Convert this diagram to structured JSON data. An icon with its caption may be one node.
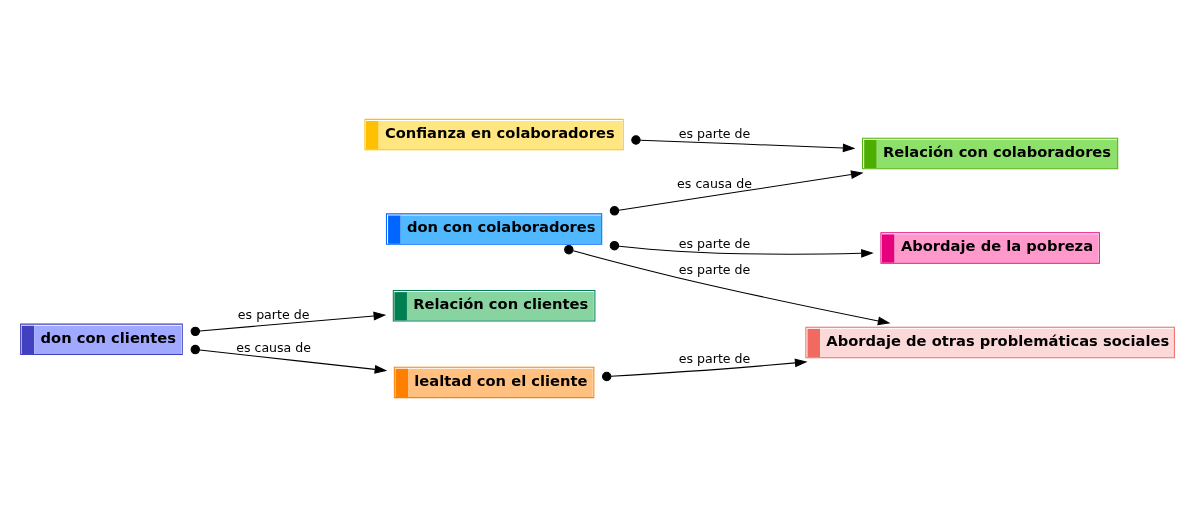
{
  "diagram": {
    "nodes": [
      {
        "text": [
          "Confianza en colaboradores"
        ]
      },
      {
        "text": [
          "Abordaje de la pobreza"
        ]
      },
      {
        "text": [
          "Relación con colaboradores"
        ]
      },
      {
        "text": [
          "don con colaboradores"
        ]
      },
      {
        "text": [
          "don con clientes"
        ]
      },
      {
        "text": [
          "Abordaje de otras problemáticas sociales"
        ]
      },
      {
        "text": [
          "Relación con clientes"
        ]
      },
      {
        "text": [
          "lealtad con el cliente"
        ]
      }
    ],
    "edges": [
      {
        "from": 0,
        "to": 2,
        "arrow": "to",
        "label": "es parte de"
      },
      {
        "from": 3,
        "to": 2,
        "arrow": "to",
        "label": "es causa de"
      },
      {
        "from": 3,
        "to": 1,
        "arrow": "to",
        "label": "es parte de"
      },
      {
        "from": 3,
        "to": 5,
        "arrow": "to",
        "label": "es parte de"
      },
      {
        "from": 4,
        "to": 6,
        "arrow": "to",
        "label": "es parte de"
      },
      {
        "from": 4,
        "to": 7,
        "arrow": "to",
        "label": "es causa de"
      },
      {
        "from": 7,
        "to": 5,
        "arrow": "to",
        "label": "es parte de"
      }
    ]
  }
}
